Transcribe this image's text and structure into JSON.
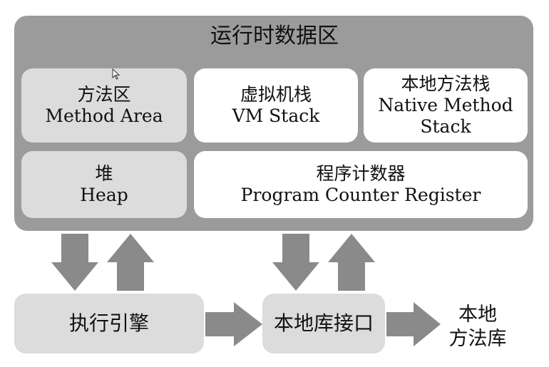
{
  "runtime_area": {
    "title": "运行时数据区"
  },
  "method_area": {
    "cn": "方法区",
    "en": "Method Area"
  },
  "vm_stack": {
    "cn": "虚拟机栈",
    "en": "VM Stack"
  },
  "native_method_stack": {
    "cn": "本地方法栈",
    "en_line1": "Native Method",
    "en_line2": "Stack"
  },
  "heap": {
    "cn": "堆",
    "en": "Heap"
  },
  "program_counter": {
    "cn": "程序计数器",
    "en": "Program Counter Register"
  },
  "execution_engine": {
    "label": "执行引擎"
  },
  "native_interface": {
    "label": "本地库接口"
  },
  "native_library": {
    "line1": "本地",
    "line2": "方法库"
  },
  "colors": {
    "container": "#9b9b9b",
    "light_box": "#dcdcdc",
    "white_box": "#ffffff",
    "arrow": "#8a8a8a"
  }
}
